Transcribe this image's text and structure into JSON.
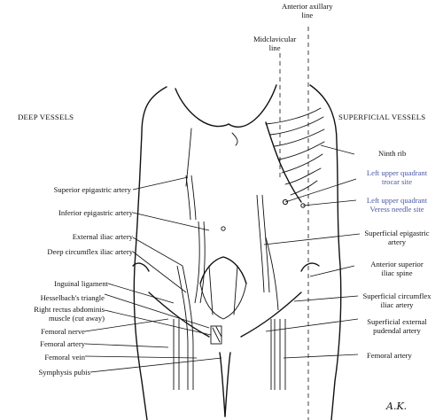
{
  "headings": {
    "deep": "DEEP VESSELS",
    "superficial": "SUPERFICIAL VESSELS"
  },
  "top_labels": {
    "anterior_axillary": "Anterior axillary\nline",
    "midclavicular": "Midclavicular\nline"
  },
  "left_labels": [
    "Superior epigastric artery",
    "Inferior epigastric artery",
    "External iliac artery",
    "Deep circumflex iliac artery",
    "Inguinal ligament",
    "Hesselbach's triangle",
    "Right rectus abdominis\nmuscle (cut away)",
    "Femoral nerve",
    "Femoral artery",
    "Femoral vein",
    "Symphysis pubis"
  ],
  "right_labels": [
    "Ninth rib",
    "Left upper quadrant\ntrocar site",
    "Left upper quadrant\nVeress needle site",
    "Superficial epigastric\nartery",
    "Anterior superior\niliac spine",
    "Superficial circumflex\niliac artery",
    "Superficial external\npudendal artery",
    "Femoral artery"
  ],
  "colors": {
    "ink": "#111111",
    "highlight": "#4b57a6"
  },
  "signature": "A.K."
}
